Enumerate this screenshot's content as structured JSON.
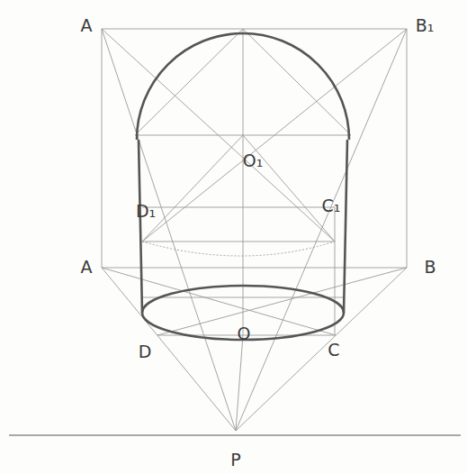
{
  "diagram": {
    "labels": [
      "A",
      "B₁",
      "O₁",
      "D₁",
      "C₁",
      "A",
      "B",
      "D",
      "O",
      "C",
      "P"
    ]
  }
}
